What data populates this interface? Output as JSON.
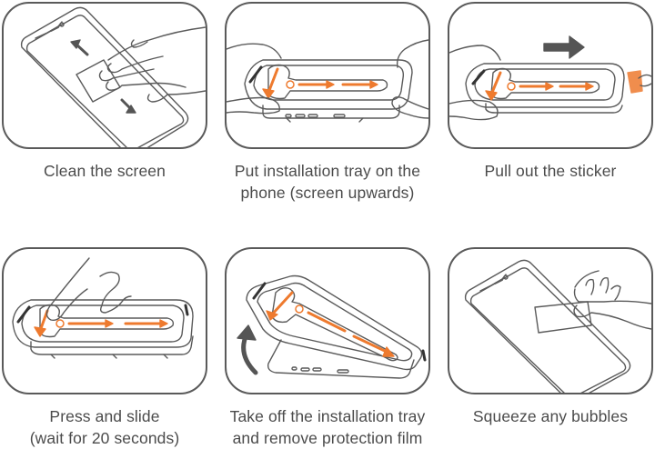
{
  "colors": {
    "accent": "#ee7a2e",
    "outline": "#5a5a5a",
    "arrow": "#555555",
    "text": "#4b4b4b"
  },
  "steps": [
    {
      "id": 1,
      "caption": [
        "Clean the screen"
      ],
      "icon": "wipe-screen-icon"
    },
    {
      "id": 2,
      "caption": [
        "Put installation tray on the",
        "phone (screen upwards)"
      ],
      "icon": "place-tray-icon"
    },
    {
      "id": 3,
      "caption": [
        "Pull out the sticker"
      ],
      "icon": "pull-sticker-icon"
    },
    {
      "id": 4,
      "caption": [
        "Press and slide",
        "(wait for 20 seconds)"
      ],
      "icon": "press-slide-icon"
    },
    {
      "id": 5,
      "caption": [
        "Take off the installation tray",
        "and remove protection film"
      ],
      "icon": "remove-tray-icon"
    },
    {
      "id": 6,
      "caption": [
        "Squeeze any bubbles"
      ],
      "icon": "squeeze-bubbles-icon"
    }
  ]
}
